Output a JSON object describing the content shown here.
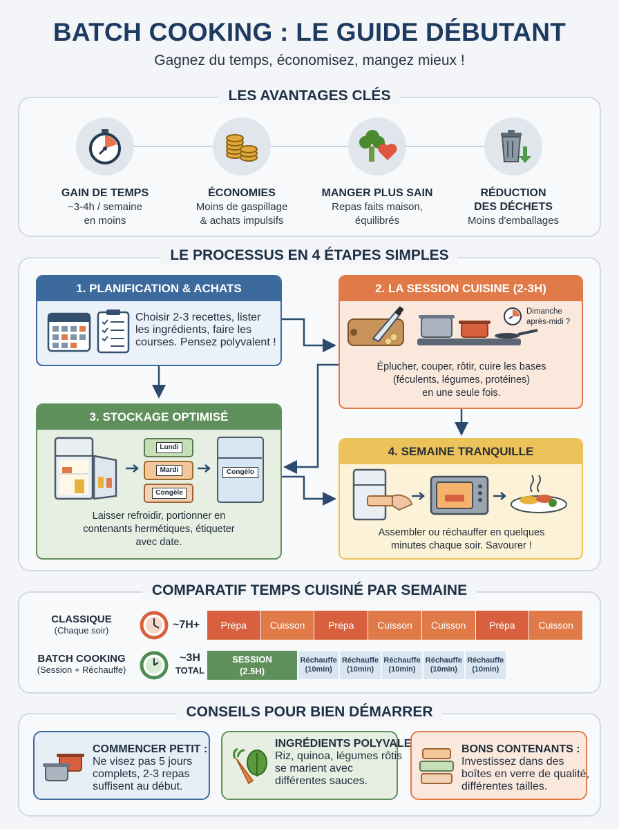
{
  "header": {
    "title": "BATCH COOKING : LE GUIDE DÉBUTANT",
    "subtitle": "Gagnez du temps, économisez, mangez mieux !"
  },
  "advantages": {
    "section_title": "LES AVANTAGES CLÉS",
    "items": [
      {
        "title": "GAIN DE TEMPS",
        "line1": "~3-4h / semaine",
        "line2": "en moins",
        "icon": "stopwatch-icon"
      },
      {
        "title": "ÉCONOMIES",
        "line1": "Moins de gaspillage",
        "line2": "& achats impulsifs",
        "icon": "coins-icon"
      },
      {
        "title": "MANGER PLUS SAIN",
        "line1": "Repas faits maison,",
        "line2": "équilibrés",
        "icon": "broccoli-heart-icon"
      },
      {
        "title": "RÉDUCTION",
        "title2": "DES DÉCHETS",
        "line1": "Moins d'emballages",
        "icon": "trash-bin-icon"
      }
    ]
  },
  "process": {
    "section_title": "LE PROCESSUS EN 4 ÉTAPES SIMPLES",
    "step1": {
      "title": "1. PLANIFICATION & ACHATS",
      "lines": [
        "Choisir 2-3 recettes, lister",
        "les ingrédients, faire les",
        "courses. Pensez polyvalent !"
      ]
    },
    "step2": {
      "title": "2. LA SESSION CUISINE (2-3H)",
      "clock_label_1": "Dimanche",
      "clock_label_2": "après-midi ?",
      "lines": [
        "Éplucher, couper, rôtir, cuire les bases",
        "(féculents, légumes, protéines)",
        "en une seule fois."
      ]
    },
    "step3": {
      "title": "3. STOCKAGE OPTIMISÉ",
      "box_labels": [
        "Lundi",
        "Mardi",
        "Congèle"
      ],
      "freezer_label": "Congélo",
      "lines": [
        "Laisser refroidir, portionner en",
        "contenants hermétiques, étiqueter",
        "avec date."
      ]
    },
    "step4": {
      "title": "4. SEMAINE TRANQUILLE",
      "lines": [
        "Assembler ou réchauffer en quelques",
        "minutes chaque soir. Savourer !"
      ]
    }
  },
  "comparison": {
    "section_title": "COMPARATIF TEMPS CUISINÉ PAR SEMAINE",
    "classic": {
      "label": "CLASSIQUE",
      "sub": "(Chaque soir)",
      "time": "~7H+",
      "segments": [
        "Prépa",
        "Cuisson",
        "Prépa",
        "Cuisson",
        "Cuisson",
        "Prépa",
        "Cuisson"
      ]
    },
    "batch": {
      "label": "BATCH COOKING",
      "sub": "(Session + Réchauffe)",
      "time1": "~3H",
      "time2": "TOTAL",
      "session_1": "SESSION",
      "session_2": "(2.5H)",
      "reheat_1": "Réchauffe",
      "reheat_2": "(10min)",
      "reheat_count": 5
    }
  },
  "tips": {
    "section_title": "CONSEILS POUR BIEN DÉMARRER",
    "items": [
      {
        "title": "COMMENCER PETIT :",
        "lines": [
          "Ne visez pas 5 jours",
          "complets, 2-3 repas",
          "suffisent au début."
        ]
      },
      {
        "title": "INGRÉDIENTS",
        "title2": "POLYVALENTS :",
        "lines": [
          "Riz, quinoa, légumes rôtis",
          "se marient avec",
          "différentes sauces."
        ]
      },
      {
        "title": "BONS CONTENANTS :",
        "lines": [
          "Investissez dans des",
          "boîtes en verre de qualité,",
          "différentes tailles."
        ]
      }
    ]
  },
  "colors": {
    "blue": "#3d6a9c",
    "orange": "#e07a48",
    "green": "#5f8f5b",
    "yellow": "#ecc35a",
    "navy": "#1d3a5f",
    "red": "#d9603f"
  }
}
